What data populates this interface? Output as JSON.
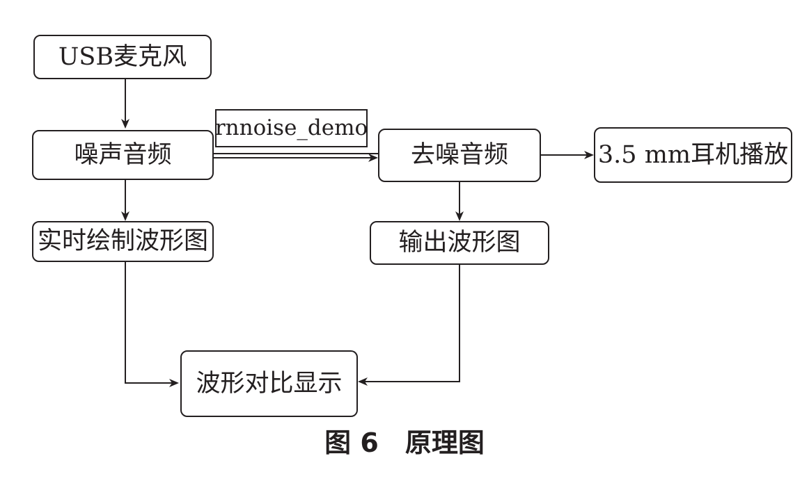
{
  "diagram": {
    "nodes": {
      "usb_mic": "USB麦克风",
      "noisy_audio": "噪声音频",
      "denoised_audio": "去噪音频",
      "headphone_play": "3.5 mm耳机播放",
      "realtime_waveform": "实时绘制波形图",
      "output_waveform": "输出波形图",
      "waveform_compare": "波形对比显示"
    },
    "edge_labels": {
      "rnnoise": "rnnoise_demo"
    },
    "edges": [
      {
        "from": "usb_mic",
        "to": "noisy_audio"
      },
      {
        "from": "noisy_audio",
        "to": "denoised_audio",
        "label": "rnnoise_demo"
      },
      {
        "from": "denoised_audio",
        "to": "headphone_play"
      },
      {
        "from": "noisy_audio",
        "to": "realtime_waveform"
      },
      {
        "from": "denoised_audio",
        "to": "output_waveform"
      },
      {
        "from": "realtime_waveform",
        "to": "waveform_compare"
      },
      {
        "from": "output_waveform",
        "to": "waveform_compare"
      }
    ],
    "stroke_color": "#231f20",
    "caption": "图 6　原理图"
  }
}
